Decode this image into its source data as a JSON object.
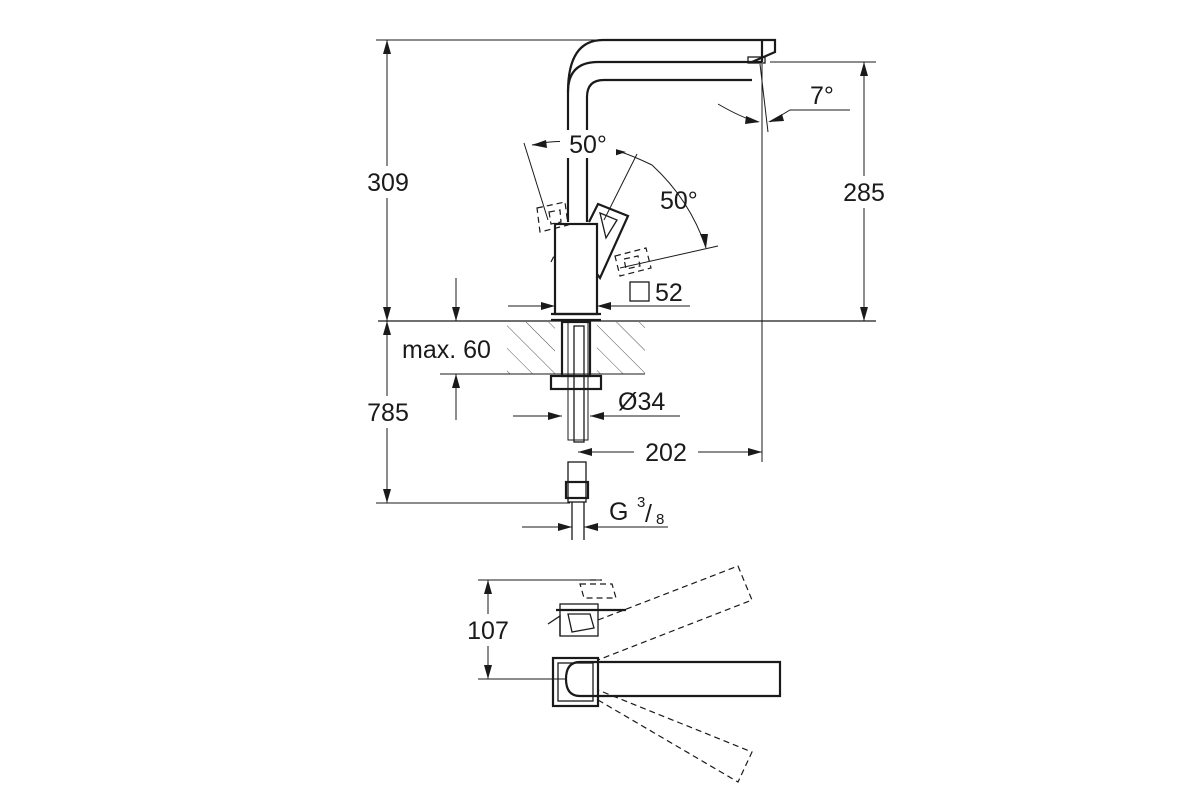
{
  "dimensions": {
    "total_height": "309",
    "spout_height": "285",
    "below_counter": "785",
    "max_counter": "max. 60",
    "lever_angle_1": "50°",
    "lever_angle_2": "50°",
    "spout_tilt": "7°",
    "base_square": "52",
    "hole_diameter": "Ø34",
    "reach": "202",
    "thread_prefix": "G",
    "thread_num": "3",
    "thread_den": "8",
    "top_view_height": "107"
  },
  "colors": {
    "line": "#1a1a1a",
    "background": "#ffffff"
  }
}
